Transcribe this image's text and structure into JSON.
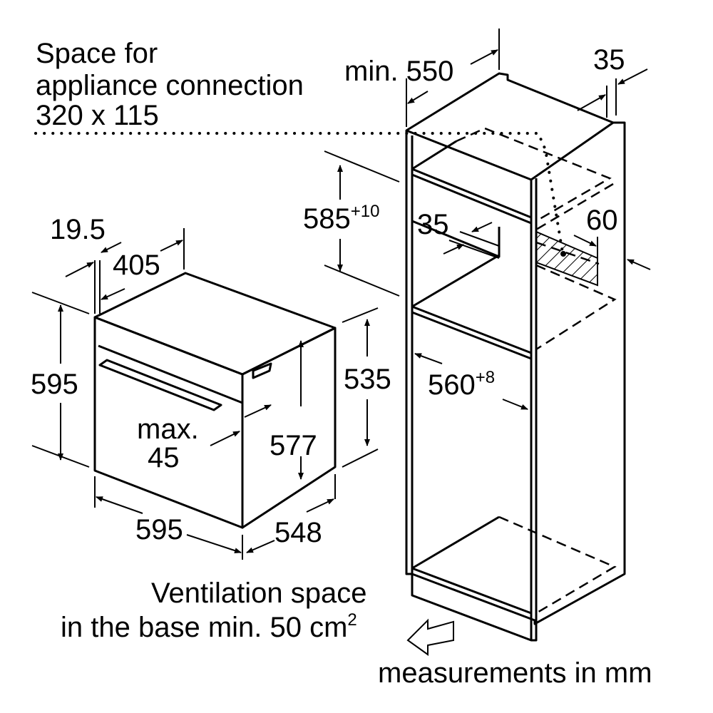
{
  "labels": {
    "space_line1": "Space for",
    "space_line2": "appliance connection",
    "space_line3": "320 x 115",
    "min550": "min. 550",
    "top35": "35",
    "h585": "585",
    "h585_sup": "+10",
    "inner35": "35",
    "d60": "60",
    "w560": "560",
    "w560_sup": "+8",
    "d19_5": "19.5",
    "d405": "405",
    "h595": "595",
    "h535": "535",
    "max_line1": "max.",
    "max_line2": "45",
    "h577": "577",
    "w595": "595",
    "d548": "548",
    "vent_line1": "Ventilation space",
    "vent_line2": "in the base min. 50 cm",
    "vent_sup": "2",
    "units": "measurements in mm"
  }
}
